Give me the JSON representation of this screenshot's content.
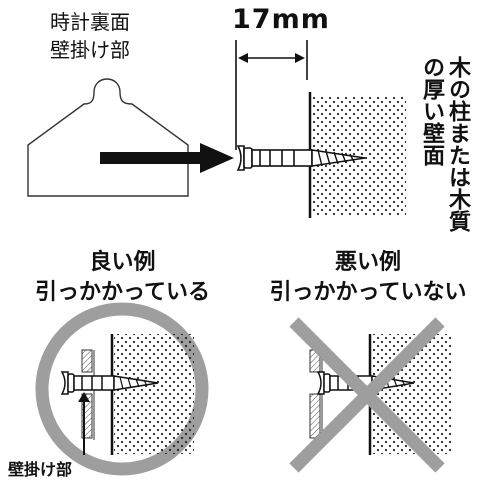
{
  "top": {
    "clock_back_line1": "時計裏面",
    "clock_back_line2": "壁掛け部",
    "dimension": "17mm",
    "wall_label": "木の柱または木質の厚い壁面"
  },
  "good": {
    "line1": "良い例",
    "line2": "引っかかっている",
    "hook_label": "壁掛け部"
  },
  "bad": {
    "line1": "悪い例",
    "line2": "引っかかっていない"
  }
}
